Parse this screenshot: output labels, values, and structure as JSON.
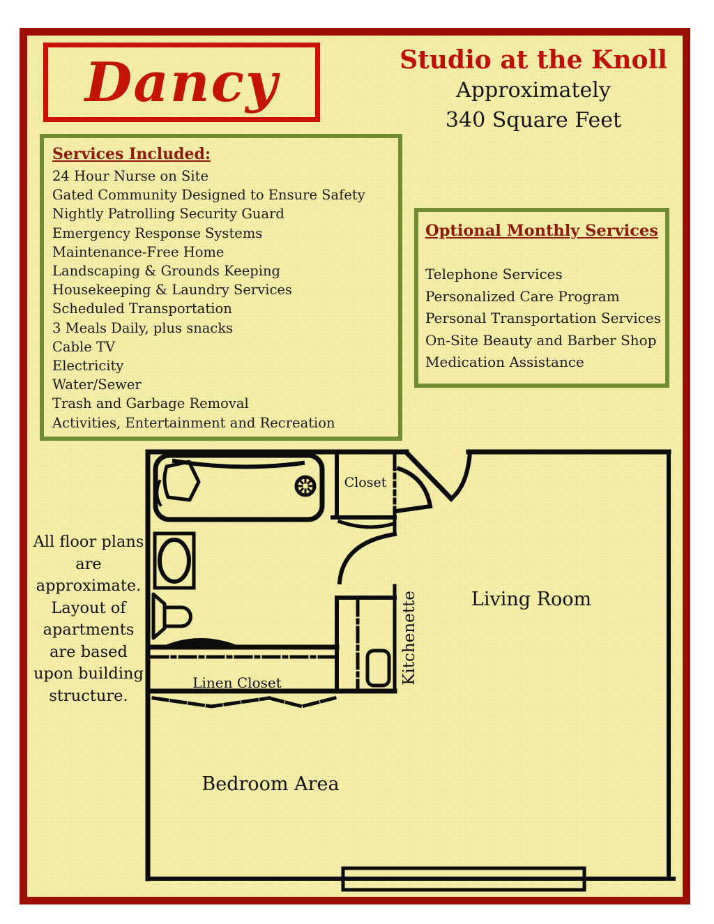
{
  "page": {
    "brand": "Dancy",
    "title": "Studio at the Knoll",
    "subtitle_line1": "Approximately",
    "subtitle_line2": "340 Square Feet"
  },
  "services_included": {
    "heading": "Services Included:",
    "items": [
      "24 Hour Nurse on Site",
      "Gated Community Designed to Ensure Safety",
      "Nightly Patrolling Security Guard",
      "Emergency Response Systems",
      "Maintenance-Free Home",
      "Landscaping & Grounds Keeping",
      "Housekeeping & Laundry Services",
      "Scheduled Transportation",
      "3 Meals Daily, plus snacks",
      "Cable TV",
      "Electricity",
      "Water/Sewer",
      "Trash and Garbage Removal",
      "Activities, Entertainment and Recreation"
    ]
  },
  "optional_services": {
    "heading": "Optional Monthly Services",
    "items": [
      "Telephone Services",
      "Personalized Care Program",
      "Personal Transportation Services",
      "On-Site Beauty and Barber Shop",
      "Medication Assistance"
    ]
  },
  "disclaimer": {
    "lines": [
      "All floor plans",
      "are",
      "approximate.",
      "Layout of",
      "apartments",
      "are based",
      "upon building",
      "structure."
    ]
  },
  "floor_plan": {
    "labels": {
      "closet": "Closet",
      "living_room": "Living Room",
      "kitchenette": "Kitchenette",
      "linen_closet": "Linen Closet",
      "bedroom_area": "Bedroom Area"
    }
  },
  "colors": {
    "page_border": "#9b0f06",
    "background": "#f3eda8",
    "brand_red": "#c41309",
    "title_red": "#be0f0b",
    "heading_red": "#8e1a10",
    "box_green": "#6f8c31",
    "body_text": "#1b1b1b",
    "plan_line": "#0c0c0c"
  }
}
